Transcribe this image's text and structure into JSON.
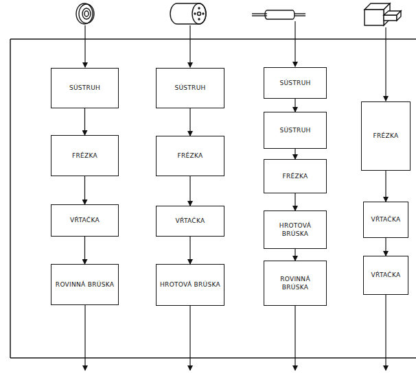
{
  "diagram": {
    "nodes": [
      {
        "text": [
          "SÚSTRUH"
        ]
      },
      {
        "text": [
          "FRÉZKA"
        ]
      },
      {
        "text": [
          "VŔTAČKA"
        ]
      },
      {
        "text": [
          "ROVINNÁ BRÚSKA"
        ]
      },
      {
        "text": [
          "SÚSTRUH"
        ]
      },
      {
        "text": [
          "FRÉZKA"
        ]
      },
      {
        "text": [
          "VŔTAČKA"
        ]
      },
      {
        "text": [
          "HROTOVÁ BRÚSKA"
        ]
      },
      {
        "text": [
          "SÚSTRUH"
        ]
      },
      {
        "text": [
          "SÚSTRUH"
        ]
      },
      {
        "text": [
          "FRÉZKA"
        ]
      },
      {
        "text": [
          "HROTOVÁ BRÚSKA"
        ]
      },
      {
        "text": [
          "ROVINNÁ BRÚSKA"
        ]
      },
      {
        "text": [
          "FRÉZKA"
        ]
      },
      {
        "text": [
          "VŔTAČKA"
        ]
      },
      {
        "text": [
          "VŔTAČKA"
        ]
      }
    ],
    "edges": [
      {
        "from": 0,
        "to": 1,
        "arrow": "to"
      },
      {
        "from": 1,
        "to": 2,
        "arrow": "to"
      },
      {
        "from": 2,
        "to": 3,
        "arrow": "to"
      },
      {
        "from": 4,
        "to": 5,
        "arrow": "to"
      },
      {
        "from": 5,
        "to": 6,
        "arrow": "to"
      },
      {
        "from": 6,
        "to": 7,
        "arrow": "to"
      },
      {
        "from": 8,
        "to": 9,
        "arrow": "to"
      },
      {
        "from": 9,
        "to": 10,
        "arrow": "to"
      },
      {
        "from": 10,
        "to": 11,
        "arrow": "to"
      },
      {
        "from": 11,
        "to": 12,
        "arrow": "to"
      },
      {
        "from": 13,
        "to": 14,
        "arrow": "to"
      },
      {
        "from": 14,
        "to": 15,
        "arrow": "to"
      }
    ]
  }
}
